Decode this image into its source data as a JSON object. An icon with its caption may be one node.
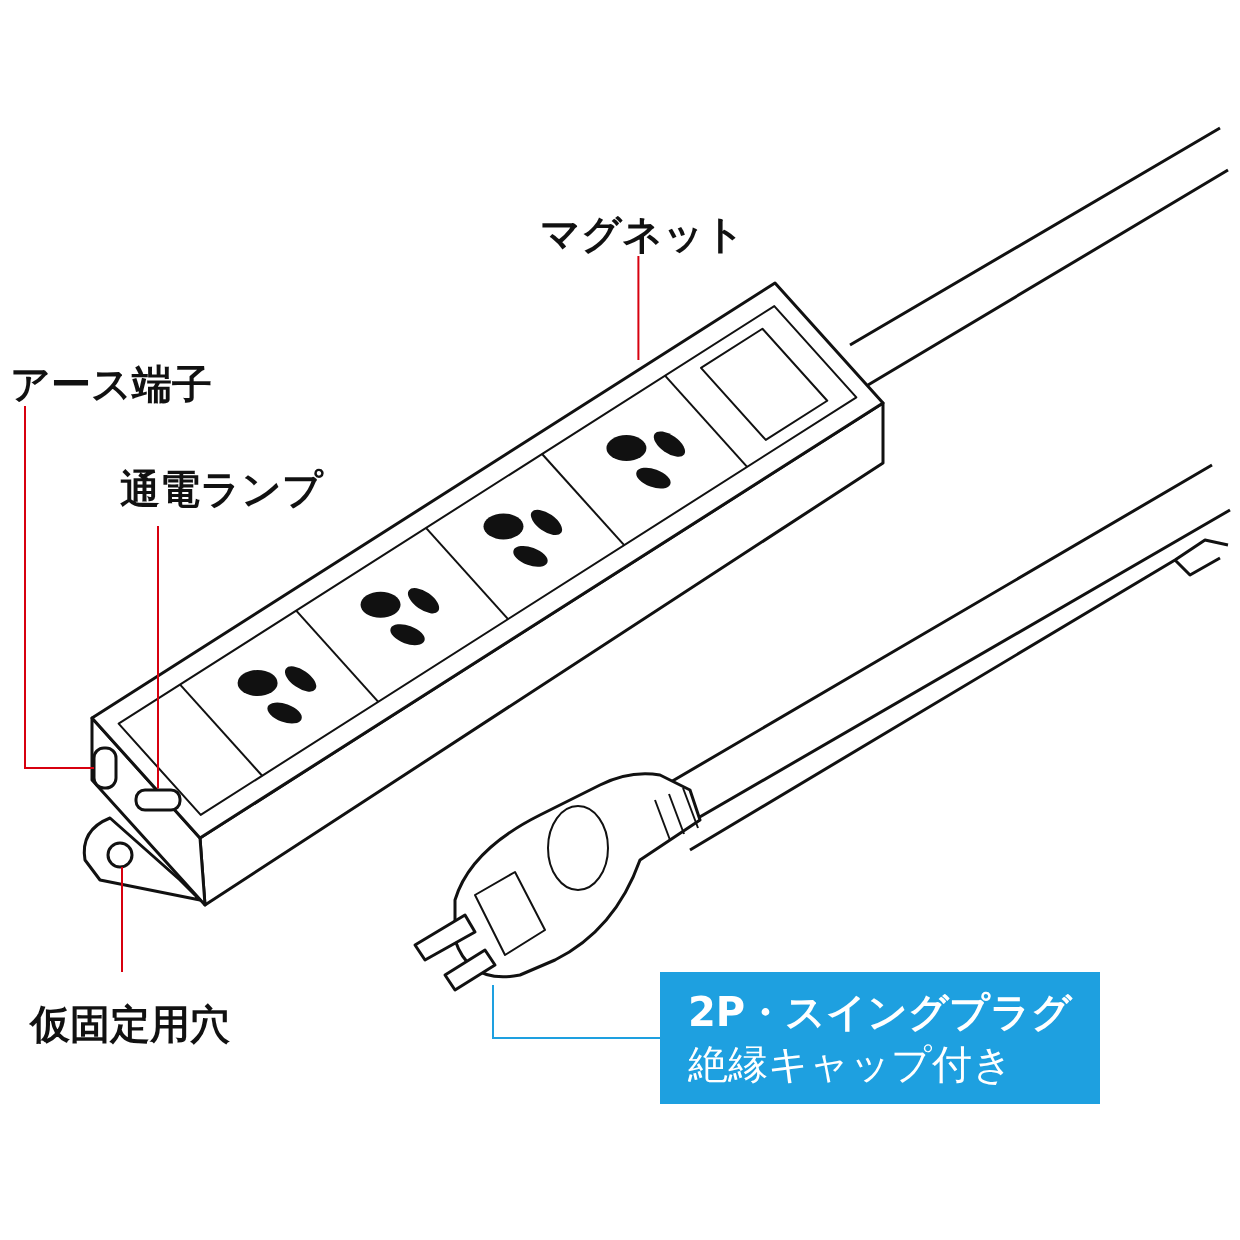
{
  "diagram": {
    "nodes": [
      {
        "text": [
          "マグネット"
        ]
      },
      {
        "text": [
          "アース端子"
        ]
      },
      {
        "text": [
          "通電ランプ"
        ]
      },
      {
        "text": [
          "仮固定用穴"
        ]
      },
      {
        "text": [
          "2P・スイングプラグ",
          "絶縁キャップ付き"
        ]
      },
      {
        "text": [],
        "shape": "picture"
      },
      {
        "text": [],
        "shape": "box"
      },
      {
        "text": [],
        "shape": "box"
      },
      {
        "text": [],
        "shape": "circle"
      },
      {
        "text": [],
        "shape": "picture"
      }
    ],
    "edges": [
      {
        "from": 0,
        "to": 5,
        "arrow": "none"
      },
      {
        "from": 1,
        "to": 6,
        "arrow": "none"
      },
      {
        "from": 2,
        "to": 7,
        "arrow": "none"
      },
      {
        "from": 3,
        "to": 8,
        "arrow": "none"
      },
      {
        "from": 4,
        "to": 9,
        "arrow": "none",
        "color": "#1ea0e0"
      }
    ]
  }
}
